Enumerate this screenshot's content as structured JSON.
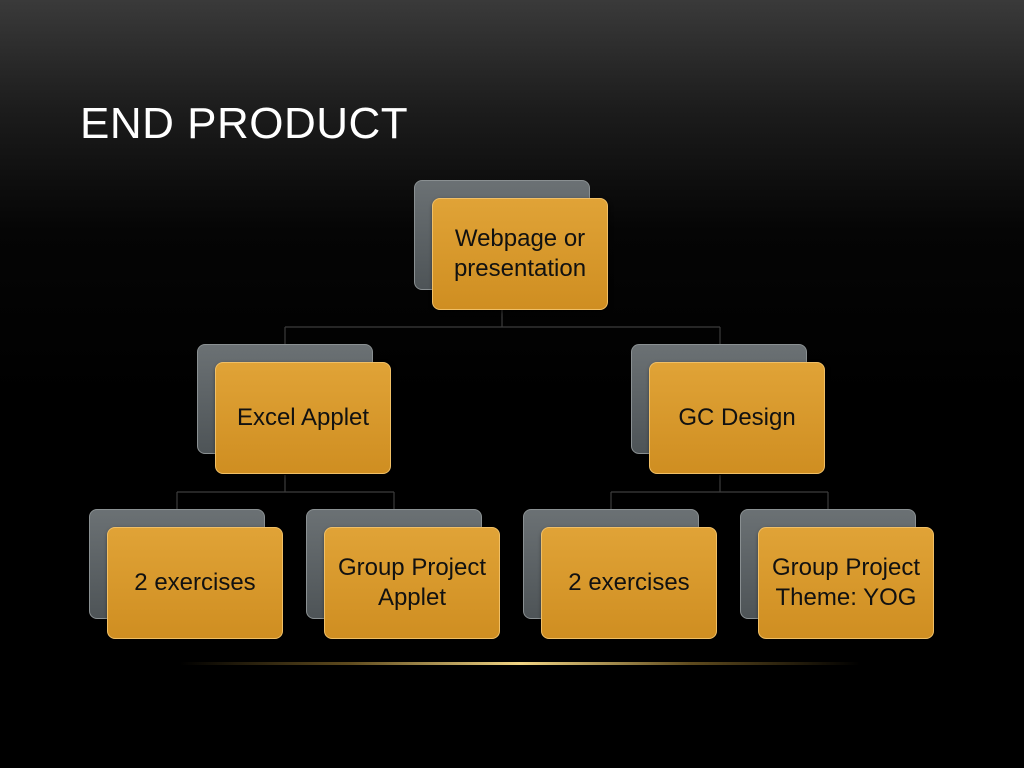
{
  "slide": {
    "title": "END PRODUCT"
  },
  "colors": {
    "node_face": "#d8982c",
    "node_shadow": "#5e6467",
    "connector": "#3c3c3c",
    "title": "#ffffff",
    "accent_line": "#e8c878"
  },
  "diagram": {
    "root": {
      "label": "Webpage or\npresentation"
    },
    "children": [
      {
        "label": "Excel Applet",
        "children": [
          {
            "label": "2 exercises"
          },
          {
            "label": "Group Project\nApplet"
          }
        ]
      },
      {
        "label": "GC Design",
        "children": [
          {
            "label": "2 exercises"
          },
          {
            "label": "Group Project\nTheme: YOG"
          }
        ]
      }
    ]
  }
}
